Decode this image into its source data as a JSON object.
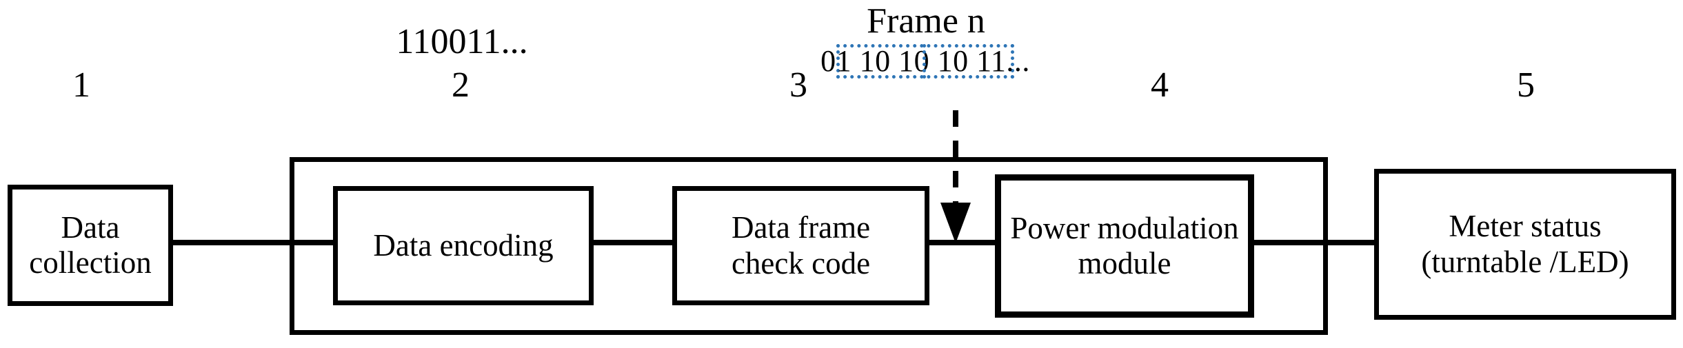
{
  "diagram": {
    "title": "Power line carrier data transmission block diagram",
    "colors": {
      "stroke": "#000000",
      "background": "#ffffff",
      "frame_box_accent": "#2E75B6"
    },
    "blocks": [
      {
        "number": "1",
        "label": "Data collection"
      },
      {
        "number": "2",
        "label": "Data encoding"
      },
      {
        "number": "3",
        "label": "Data frame\ncheck code"
      },
      {
        "number": "4",
        "label": "Power modulation\nmodule"
      },
      {
        "number": "5",
        "label": "Meter status\n(turntable /LED)"
      }
    ],
    "annotations": {
      "bitstream": "110011...",
      "frame_title": "Frame n",
      "frame_bits": "01 10 10 10 11..."
    }
  }
}
